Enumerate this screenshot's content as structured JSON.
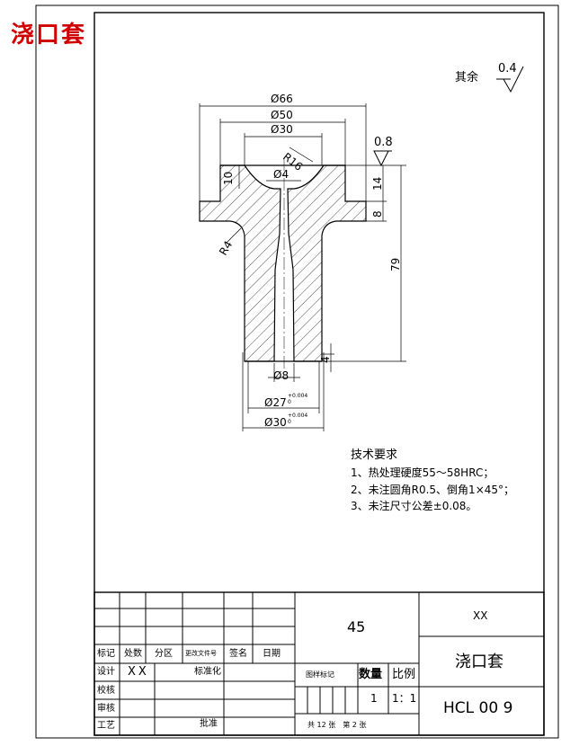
{
  "corner_title": "浇口套",
  "surface": {
    "others_label": "其余",
    "others_value": "0.4",
    "top_face_value": "0.8"
  },
  "dimensions": {
    "d66": "Ø66",
    "d50": "Ø50",
    "d30": "Ø30",
    "r16": "R16",
    "d4": "Ø4",
    "h10": "10",
    "h14": "14",
    "h8": "8",
    "h79": "79",
    "h4": "4",
    "r4": "R4",
    "d8": "Ø8",
    "d27": "Ø27",
    "d27_tol_upper": "+0.004",
    "d27_tol_lower": "0",
    "d30b": "Ø30",
    "d30b_tol_upper": "+0.004",
    "d30b_tol_lower": "0"
  },
  "tech_requirements": {
    "title": "技术要求",
    "items": [
      "1、热处理硬度55～58HRC；",
      "2、未注圆角R0.5、倒角1×45°；",
      "3、未注尺寸公差±0.08。"
    ]
  },
  "title_block": {
    "material": "45",
    "company": "XX",
    "part_name": "浇口套",
    "drawing_number": "HCL 00 9",
    "col_mark": "标记",
    "col_count": "处数",
    "col_zone": "分区",
    "col_change_doc": "更改文件号",
    "col_sign": "签名",
    "col_date": "日期",
    "design": "设计",
    "designer": "XX",
    "standardize": "标准化",
    "check": "校核",
    "review": "审核",
    "process": "工艺",
    "approve": "批准",
    "stage_mark": "图样标记",
    "quantity_label": "数量",
    "scale_label": "比例",
    "quantity": "1",
    "scale": "1：1",
    "sheets": "共 12 张　第 2 张"
  }
}
